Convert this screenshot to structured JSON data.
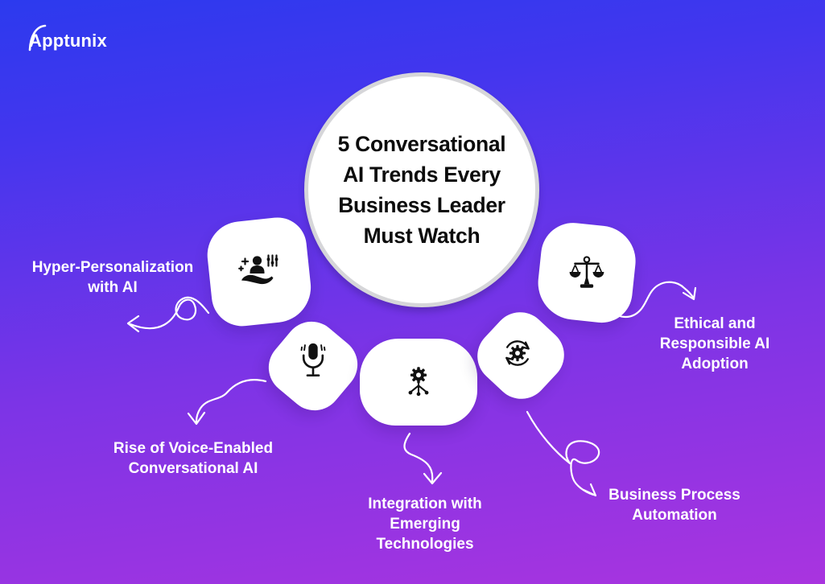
{
  "logo": {
    "text": "Apptunix"
  },
  "colors": {
    "background_top": "#2c3aee",
    "background_mid": "#7c34e6",
    "background_bottom": "#a934df",
    "card": "#ffffff",
    "circle_ring": "#d6d6d9",
    "title_text": "#0c0c0c",
    "label_text": "#ffffff",
    "icon": "#111111",
    "arrow": "#ffffff"
  },
  "center_circle": {
    "title_lines": [
      "5 Conversational",
      "AI Trends Every",
      "Business Leader",
      "Must Watch"
    ]
  },
  "trends": [
    {
      "key": "hyper-personalization",
      "icon": "user-in-hand-sliders-icon",
      "lines": [
        "Hyper-Personalization",
        "with AI"
      ]
    },
    {
      "key": "voice-enabled",
      "icon": "microphone-icon",
      "lines": [
        "Rise of Voice-Enabled",
        "Conversational AI"
      ]
    },
    {
      "key": "integration",
      "icon": "gear-network-icon",
      "lines": [
        "Integration with",
        "Emerging",
        "Technologies"
      ]
    },
    {
      "key": "automation",
      "icon": "gear-refresh-icon",
      "lines": [
        "Business Process",
        "Automation"
      ]
    },
    {
      "key": "ethics",
      "icon": "balance-scale-icon",
      "lines": [
        "Ethical and",
        "Responsible AI",
        "Adoption"
      ]
    }
  ]
}
